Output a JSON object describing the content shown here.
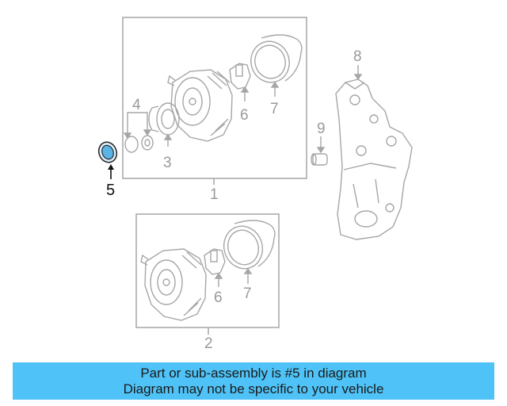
{
  "diagram": {
    "colors": {
      "line": "#a6a6a6",
      "highlight": "#5ab4e6",
      "pointer": "#111111",
      "banner": "#4fc3f7"
    },
    "callouts": {
      "c1": "1",
      "c2": "2",
      "c3": "3",
      "c4": "4",
      "c5": "5",
      "c6_top": "6",
      "c6_bottom": "6",
      "c7_top": "7",
      "c7_bottom": "7",
      "c8": "8",
      "c9": "9"
    },
    "highlighted_part": "5"
  },
  "banner": {
    "line1": "Part or sub-assembly is #5 in diagram",
    "line2": "Diagram may not be specific to your vehicle"
  }
}
